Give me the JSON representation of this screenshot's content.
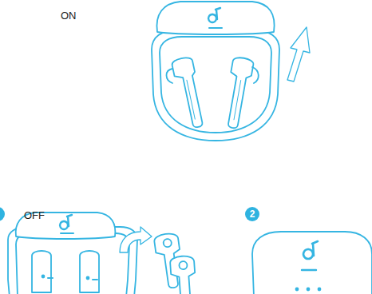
{
  "diagram": {
    "labels": [
      "ON",
      "OFF",
      "2"
    ]
  }
}
